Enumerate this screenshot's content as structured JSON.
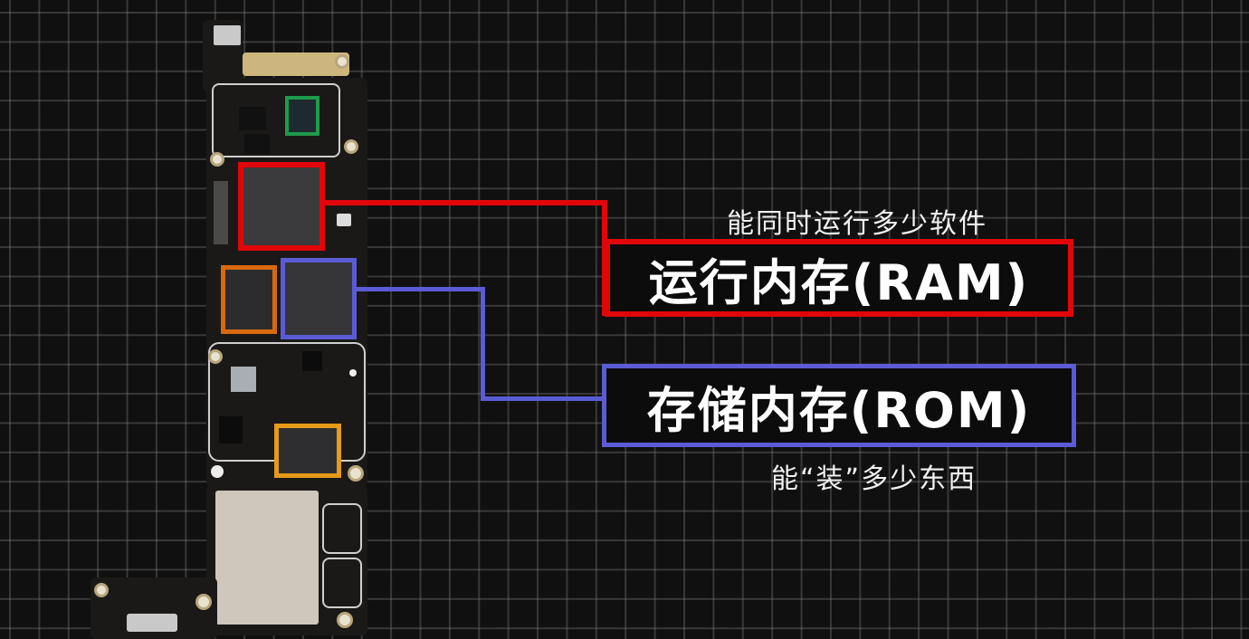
{
  "ram": {
    "title": "运行内存(RAM)",
    "subtitle": "能同时运行多少软件",
    "color": "#e0060a"
  },
  "rom": {
    "title": "存储内存(ROM)",
    "subtitle": "能“装”多少东西",
    "color": "#5b5bd6"
  },
  "chips": {
    "processor_highlight_color": "#e0060a",
    "storage_highlight_color": "#5b5bd6",
    "pmic_highlight_color": "#d8690e",
    "modem_highlight_color": "#e59a1a",
    "sensor_highlight_color": "#1f9a4c"
  },
  "background": {
    "color": "#101010",
    "grid_color": "#5a5a5a"
  }
}
